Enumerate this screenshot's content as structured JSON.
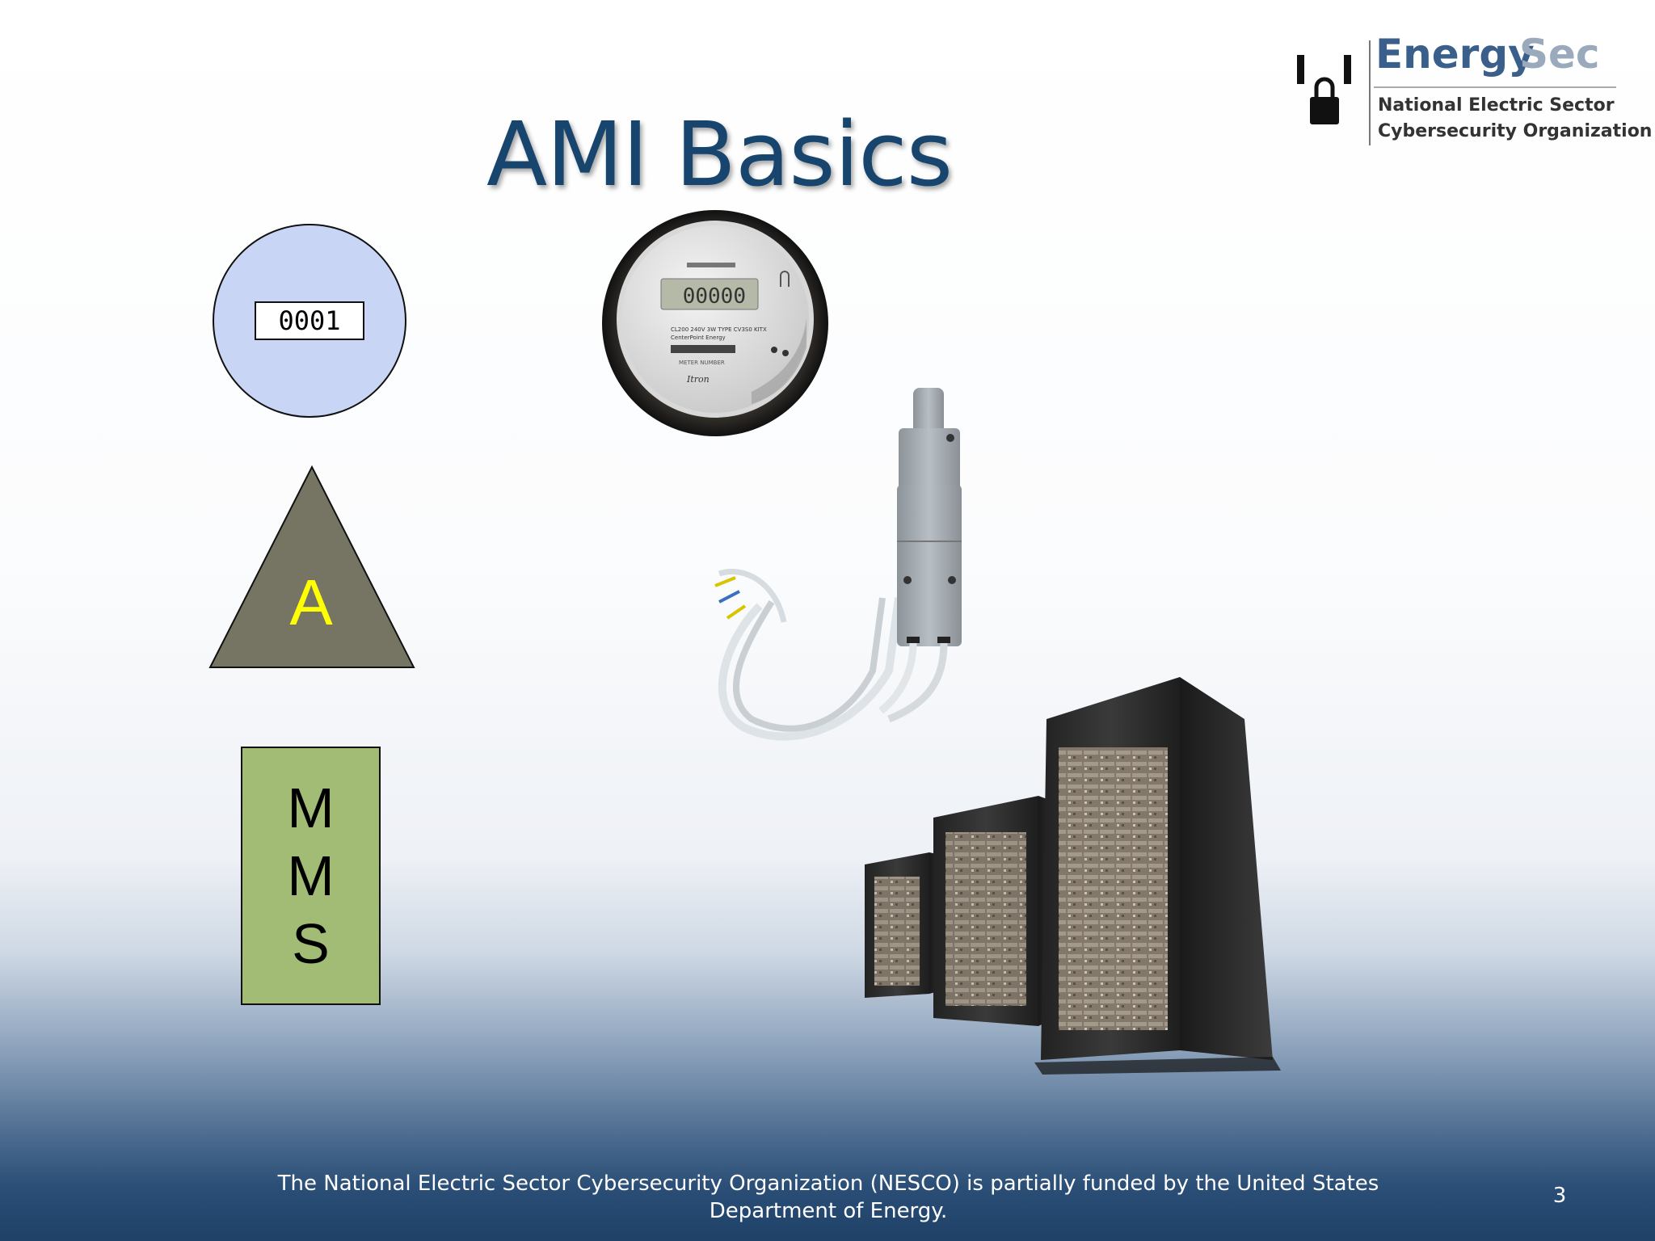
{
  "slide": {
    "title": "AMI Basics",
    "footer": "The National Electric Sector Cybersecurity Organization (NESCO) is partially funded by the United States Department of Energy.",
    "page_number": "3"
  },
  "logo": {
    "wordmark_part1": "Energy",
    "wordmark_part2": "Sec",
    "line1": "National Electric Sector",
    "line2": "Cybersecurity Organization"
  },
  "diagram": {
    "meter_reading": "0001",
    "access_point_label": "A",
    "mms_letters": [
      "M",
      "M",
      "S"
    ],
    "colors": {
      "meter_circle": "#c9d5f5",
      "access_point_fill": "#767462",
      "access_point_text": "#ffff00",
      "mms_fill": "#a2bb75",
      "title": "#17456d"
    }
  },
  "illustrations": {
    "meter_display": "00000",
    "meter_brand": "Itron",
    "meter_utility": "CenterPoint Energy",
    "meter_number_label": "METER NUMBER"
  }
}
